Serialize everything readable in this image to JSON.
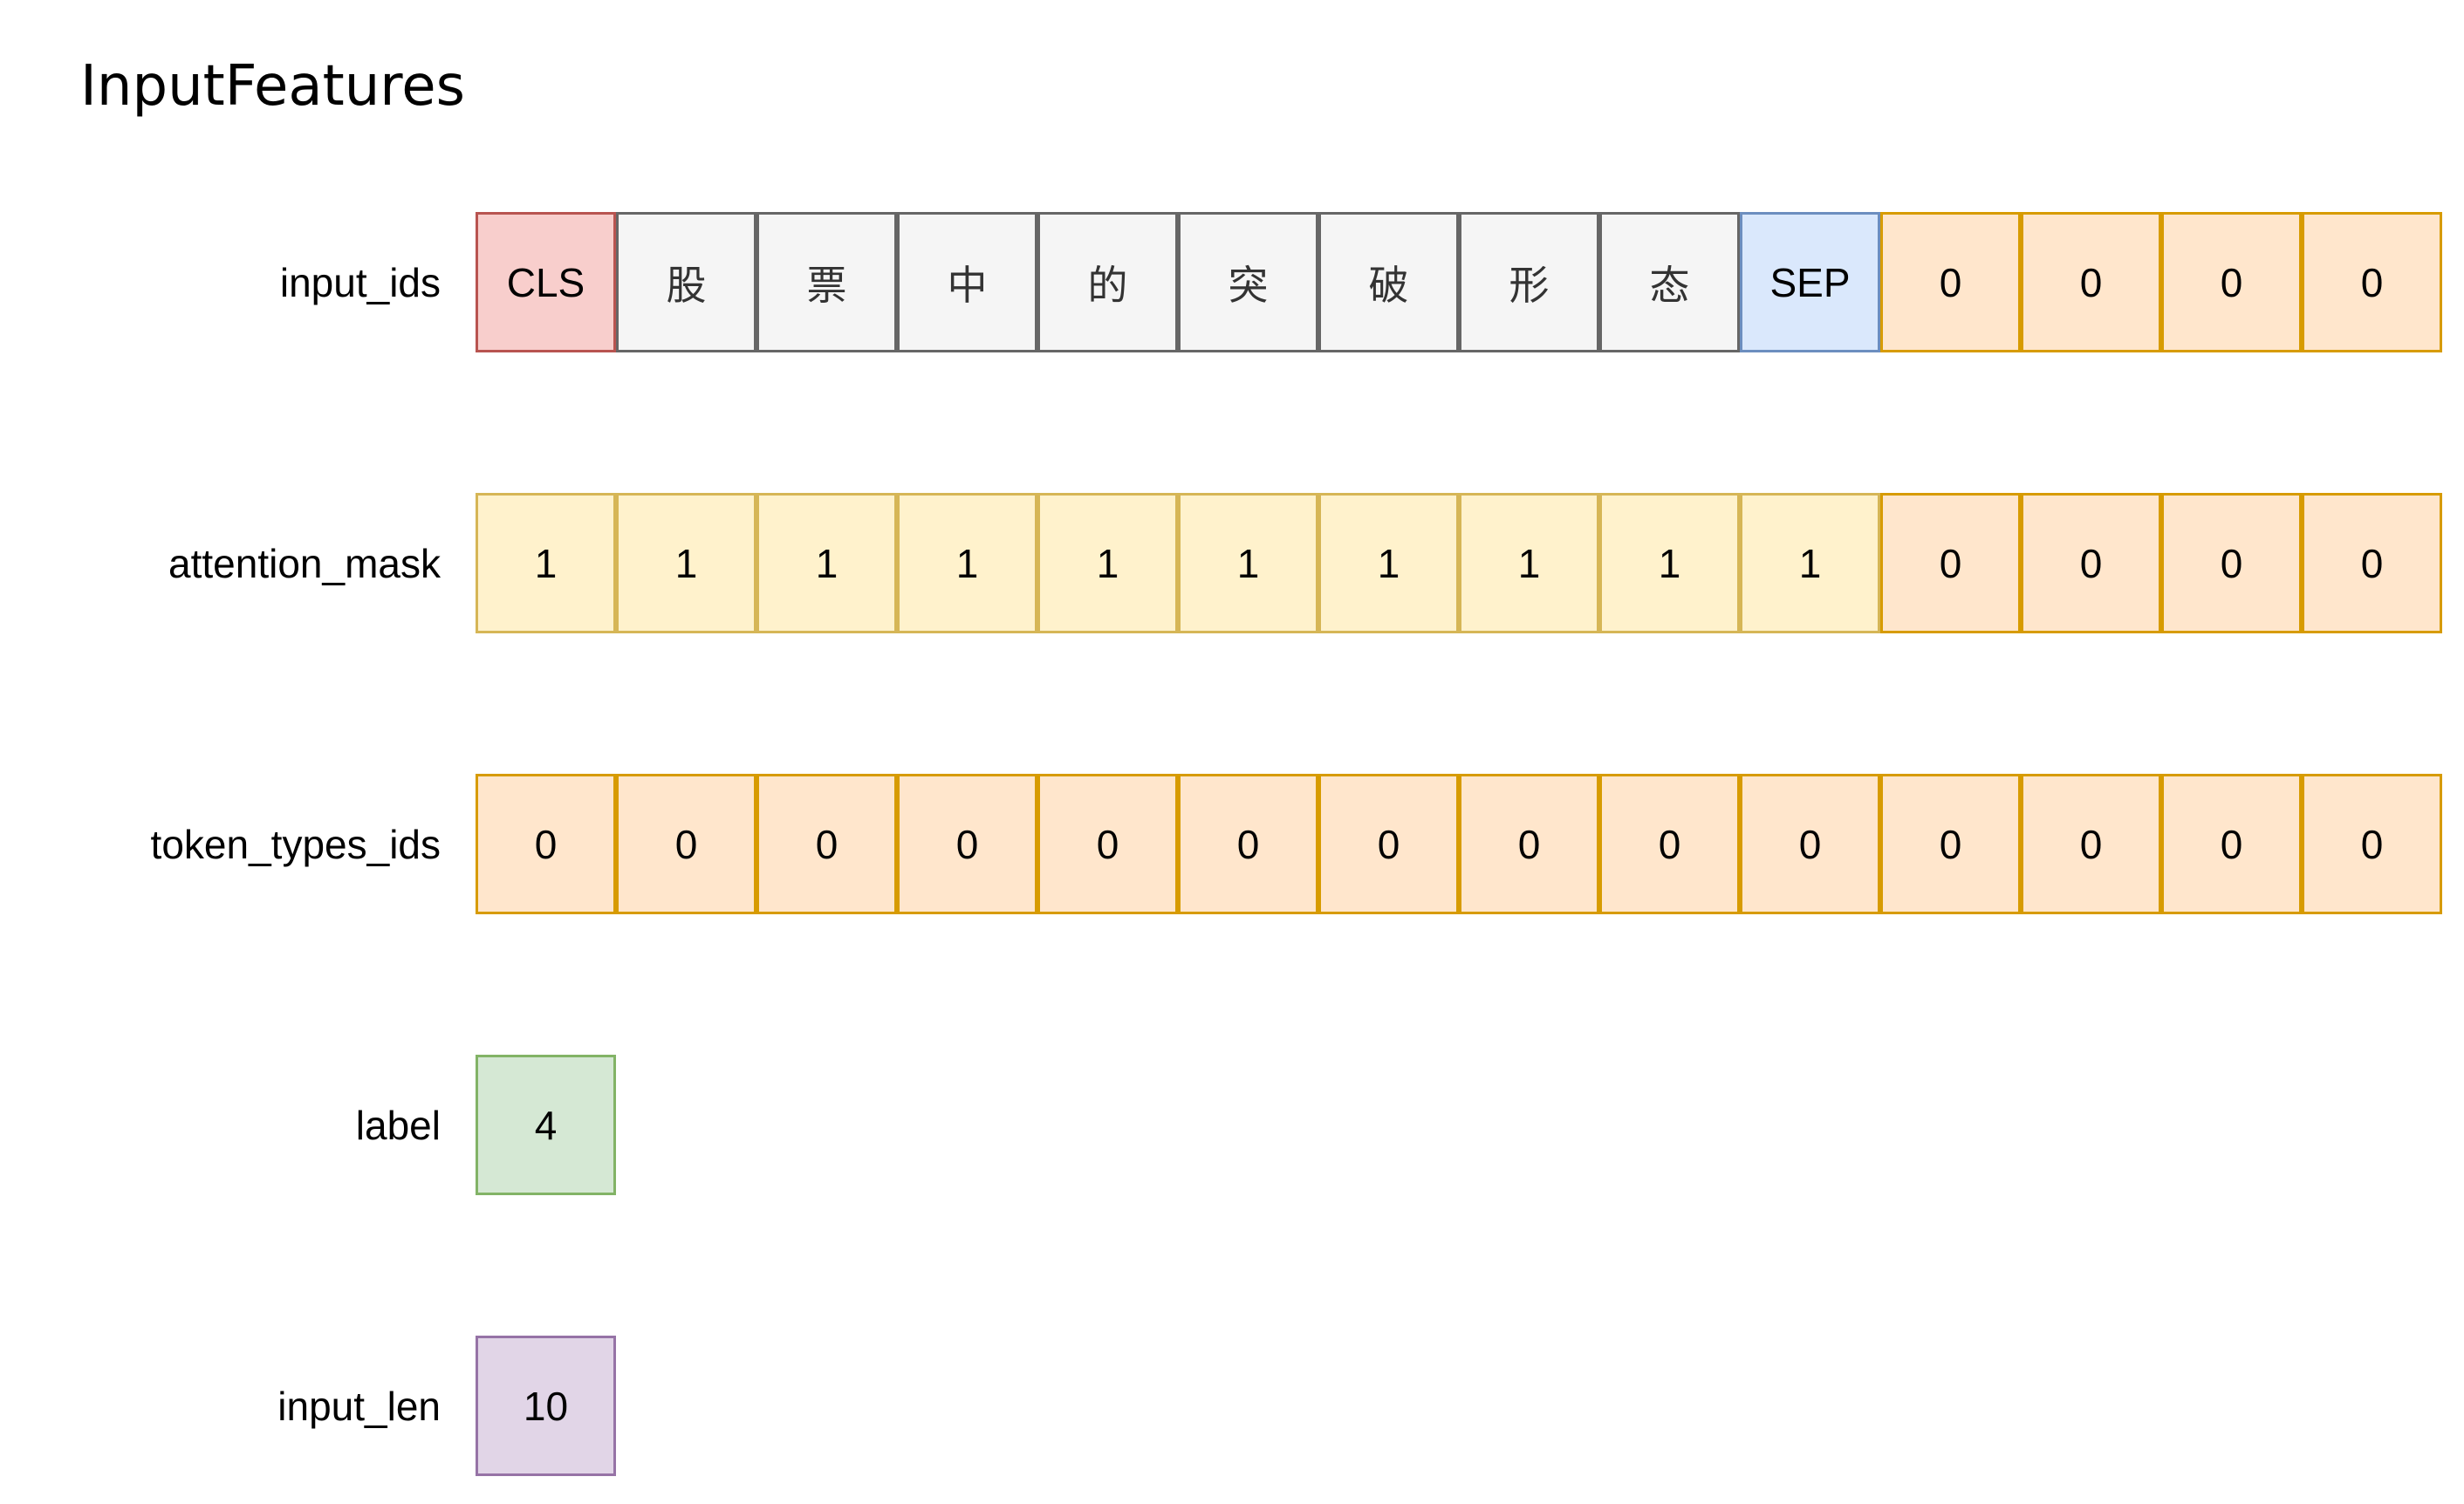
{
  "title": "InputFeatures",
  "colors": {
    "cls": {
      "fill": "#F8CECC",
      "stroke": "#B85450"
    },
    "token": {
      "fill": "#F5F5F5",
      "stroke": "#666666"
    },
    "sep": {
      "fill": "#DAE8FC",
      "stroke": "#6C8EBF"
    },
    "pad": {
      "fill": "#FFE6CC",
      "stroke": "#D79B00"
    },
    "mask": {
      "fill": "#FFF2CC",
      "stroke": "#D6B656"
    },
    "label": {
      "fill": "#D5E8D4",
      "stroke": "#82B366"
    },
    "len": {
      "fill": "#E1D5E7",
      "stroke": "#9673A6"
    }
  },
  "rows": [
    {
      "label": "input_ids",
      "cells": [
        {
          "text": "CLS",
          "kind": "cls"
        },
        {
          "text": "股",
          "kind": "token"
        },
        {
          "text": "票",
          "kind": "token"
        },
        {
          "text": "中",
          "kind": "token"
        },
        {
          "text": "的",
          "kind": "token"
        },
        {
          "text": "突",
          "kind": "token"
        },
        {
          "text": "破",
          "kind": "token"
        },
        {
          "text": "形",
          "kind": "token"
        },
        {
          "text": "态",
          "kind": "token"
        },
        {
          "text": "SEP",
          "kind": "sep"
        },
        {
          "text": "0",
          "kind": "pad"
        },
        {
          "text": "0",
          "kind": "pad"
        },
        {
          "text": "0",
          "kind": "pad"
        },
        {
          "text": "0",
          "kind": "pad"
        }
      ]
    },
    {
      "label": "attention_mask",
      "cells": [
        {
          "text": "1",
          "kind": "mask"
        },
        {
          "text": "1",
          "kind": "mask"
        },
        {
          "text": "1",
          "kind": "mask"
        },
        {
          "text": "1",
          "kind": "mask"
        },
        {
          "text": "1",
          "kind": "mask"
        },
        {
          "text": "1",
          "kind": "mask"
        },
        {
          "text": "1",
          "kind": "mask"
        },
        {
          "text": "1",
          "kind": "mask"
        },
        {
          "text": "1",
          "kind": "mask"
        },
        {
          "text": "1",
          "kind": "mask"
        },
        {
          "text": "0",
          "kind": "pad"
        },
        {
          "text": "0",
          "kind": "pad"
        },
        {
          "text": "0",
          "kind": "pad"
        },
        {
          "text": "0",
          "kind": "pad"
        }
      ]
    },
    {
      "label": "token_types_ids",
      "cells": [
        {
          "text": "0",
          "kind": "pad"
        },
        {
          "text": "0",
          "kind": "pad"
        },
        {
          "text": "0",
          "kind": "pad"
        },
        {
          "text": "0",
          "kind": "pad"
        },
        {
          "text": "0",
          "kind": "pad"
        },
        {
          "text": "0",
          "kind": "pad"
        },
        {
          "text": "0",
          "kind": "pad"
        },
        {
          "text": "0",
          "kind": "pad"
        },
        {
          "text": "0",
          "kind": "pad"
        },
        {
          "text": "0",
          "kind": "pad"
        },
        {
          "text": "0",
          "kind": "pad"
        },
        {
          "text": "0",
          "kind": "pad"
        },
        {
          "text": "0",
          "kind": "pad"
        },
        {
          "text": "0",
          "kind": "pad"
        }
      ]
    },
    {
      "label": "label",
      "cells": [
        {
          "text": "4",
          "kind": "label"
        }
      ]
    },
    {
      "label": "input_len",
      "cells": [
        {
          "text": "10",
          "kind": "len"
        }
      ]
    }
  ]
}
